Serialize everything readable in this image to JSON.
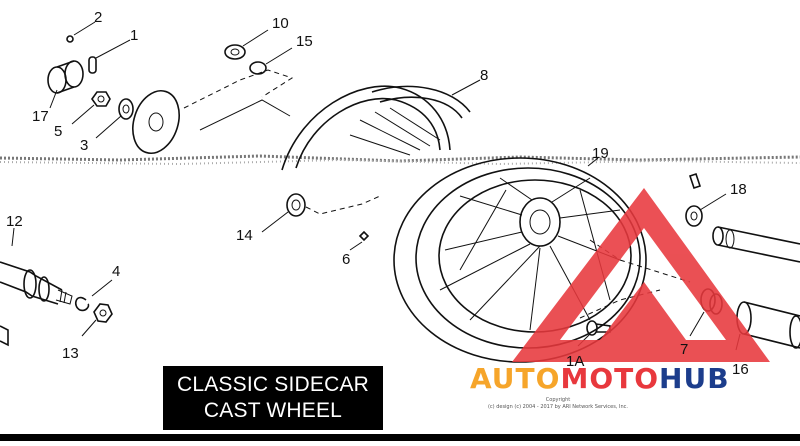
{
  "diagram": {
    "title_line1": "CLASSIC SIDECAR",
    "title_line2": "CAST WHEEL",
    "callouts": [
      {
        "id": "c2",
        "label": "2"
      },
      {
        "id": "c1",
        "label": "1"
      },
      {
        "id": "c17",
        "label": "17"
      },
      {
        "id": "c5",
        "label": "5"
      },
      {
        "id": "c3",
        "label": "3"
      },
      {
        "id": "c10",
        "label": "10"
      },
      {
        "id": "c15",
        "label": "15"
      },
      {
        "id": "c8",
        "label": "8"
      },
      {
        "id": "c19",
        "label": "19"
      },
      {
        "id": "c18",
        "label": "18"
      },
      {
        "id": "c14",
        "label": "14"
      },
      {
        "id": "c6",
        "label": "6"
      },
      {
        "id": "c12",
        "label": "12"
      },
      {
        "id": "c4",
        "label": "4"
      },
      {
        "id": "c13",
        "label": "13"
      },
      {
        "id": "c1A",
        "label": "1A"
      },
      {
        "id": "c7",
        "label": "7"
      },
      {
        "id": "c16",
        "label": "16"
      }
    ]
  },
  "copyright": {
    "line1": "Copyright",
    "line2": "(c) design (c) 2004 - 2017 by ARI Network Services, Inc."
  },
  "watermark": {
    "part1": "AUTO",
    "part2": "MOTO",
    "part3": "HUB",
    "colors": {
      "auto": "#f6a52a",
      "moto": "#e8383d",
      "hub": "#1c3d8c",
      "triangle": "#e8383d"
    }
  }
}
